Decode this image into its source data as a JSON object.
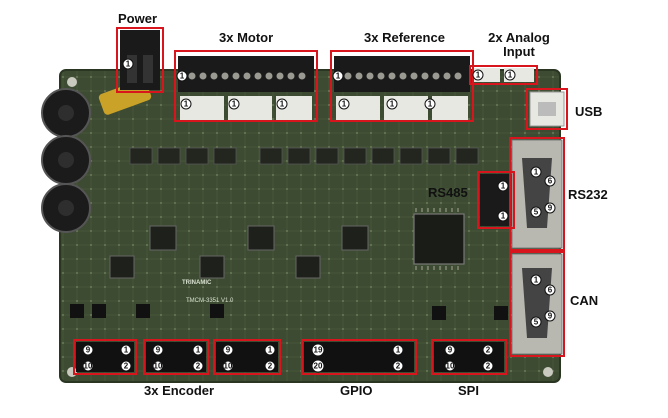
{
  "labels": {
    "power": "Power",
    "motor": "3x Motor",
    "reference": "3x Reference",
    "analog": "2x Analog Input",
    "usb": "USB",
    "rs485": "RS485",
    "rs232": "RS232",
    "can": "CAN",
    "encoder": "3x Encoder",
    "gpio": "GPIO",
    "spi": "SPI"
  },
  "board": {
    "brand": "TRINAMIC",
    "model": "TMCM-3351 V1.0"
  },
  "pins": {
    "one": "1",
    "two": "2",
    "five": "5",
    "six": "6",
    "nine": "9",
    "ten": "10",
    "nineteen": "19",
    "twenty": "20"
  },
  "colors": {
    "pcb": "#3c4a32",
    "highlight": "#d8141c",
    "connector_black": "#1a1a1a",
    "connector_white": "#e8e8e2"
  }
}
